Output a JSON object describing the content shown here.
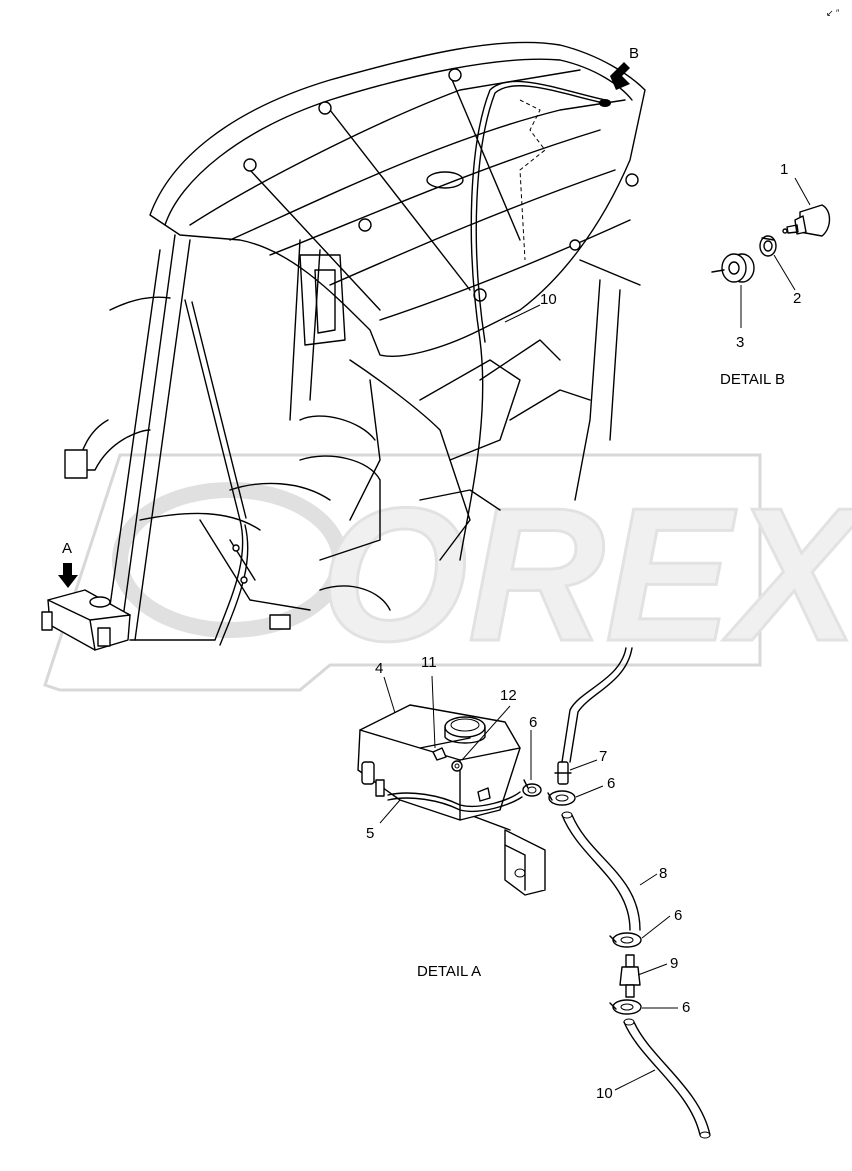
{
  "corner_mark": "↙ ″",
  "watermark": "OREX",
  "callouts": {
    "A": "A",
    "B": "B"
  },
  "detail_b": {
    "title": "DETAIL B",
    "parts": [
      "1",
      "2",
      "3"
    ]
  },
  "detail_a": {
    "title": "DETAIL A",
    "parts": [
      "4",
      "5",
      "6",
      "6",
      "6",
      "6",
      "7",
      "8",
      "9",
      "10",
      "11",
      "12"
    ]
  },
  "cab_label": "10"
}
